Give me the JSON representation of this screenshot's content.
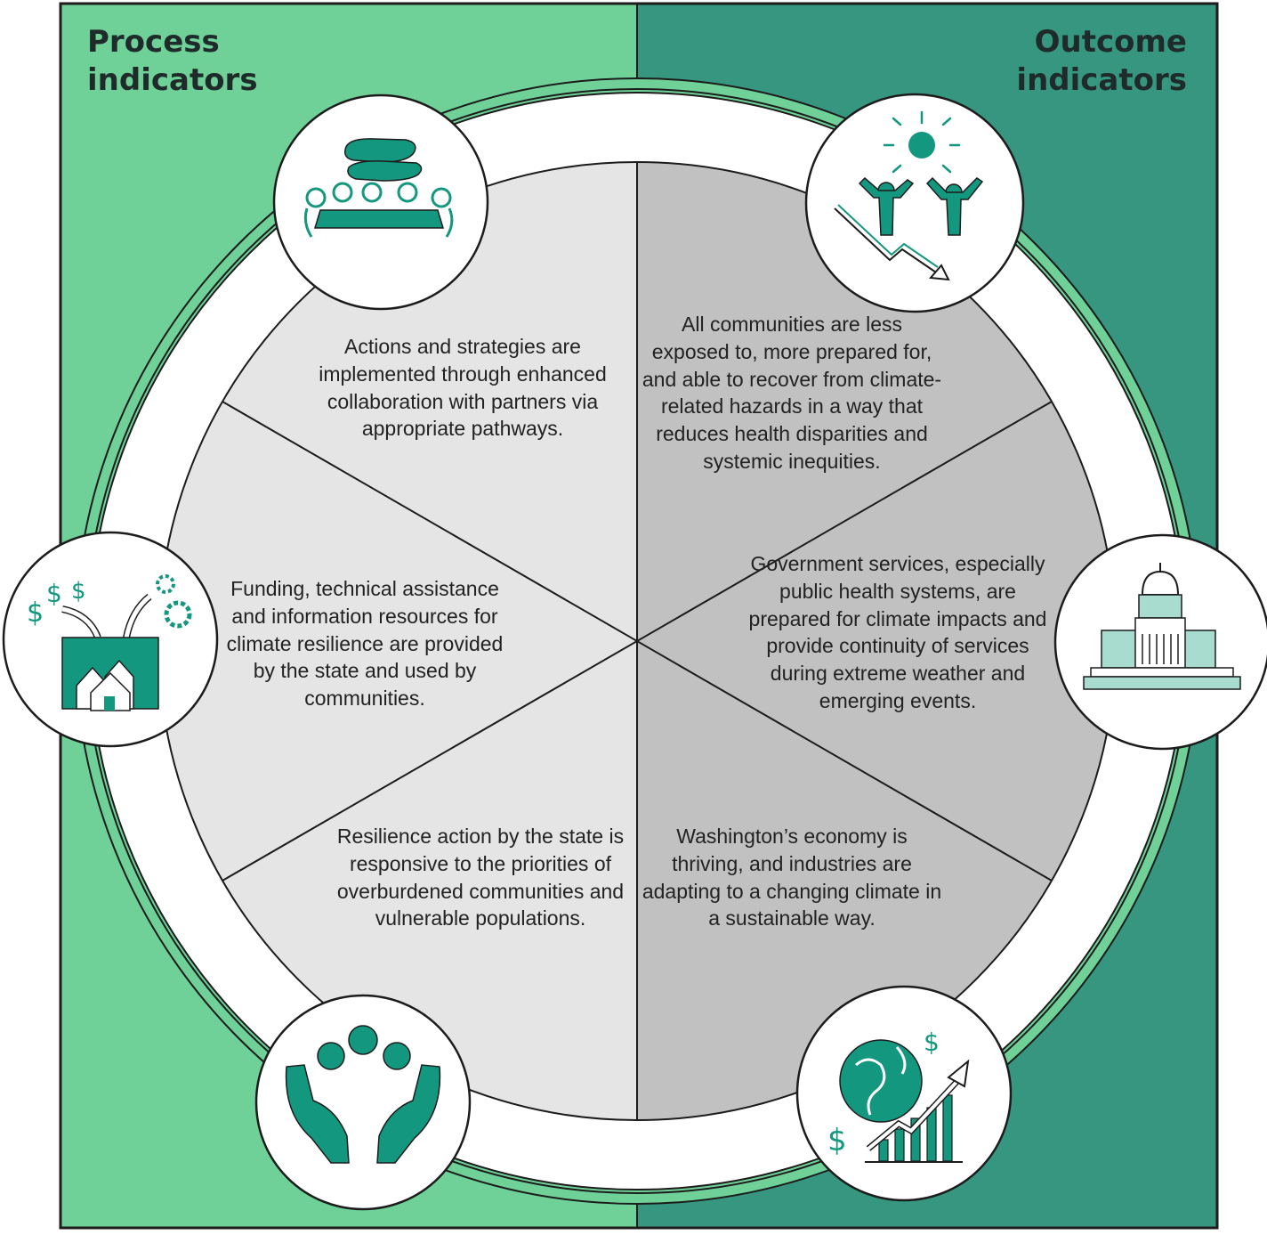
{
  "headers": {
    "left": "Process\nindicators",
    "right": "Outcome\nindicators"
  },
  "segments": [
    {
      "text": "Actions and strategies are implemented through enhanced collaboration with partners via appropriate pathways.",
      "group": "process",
      "icon": "collaboration-meeting-icon"
    },
    {
      "text": "All communities are less exposed to, more prepared for, and able to recover from climate-related hazards in a way that reduces health disparities and systemic inequities.",
      "group": "outcome",
      "icon": "resilient-communities-sun-icon"
    },
    {
      "text": "Funding, technical assistance and information resources for climate resilience are provided by the state and used by communities.",
      "group": "process",
      "icon": "funding-resources-icon"
    },
    {
      "text": "Government services, especially public health systems, are prepared for climate impacts and provide continuity of services during extreme weather and emerging events.",
      "group": "outcome",
      "icon": "capitol-building-icon"
    },
    {
      "text": "Resilience action by the state is responsive to the priorities of overburdened communities and vulnerable populations.",
      "group": "process",
      "icon": "hands-supporting-people-icon"
    },
    {
      "text": "Washington’s economy is thriving, and industries are adapting to a changing climate in a sustainable way.",
      "group": "outcome",
      "icon": "globe-economy-growth-icon"
    }
  ],
  "colors": {
    "process_panel": "#6fd197",
    "outcome_panel": "#369680",
    "process_wheel": "#e5e5e5",
    "outcome_wheel": "#c1c1c1",
    "icon_teal": "#13977e",
    "outline": "#1c1c1c"
  }
}
